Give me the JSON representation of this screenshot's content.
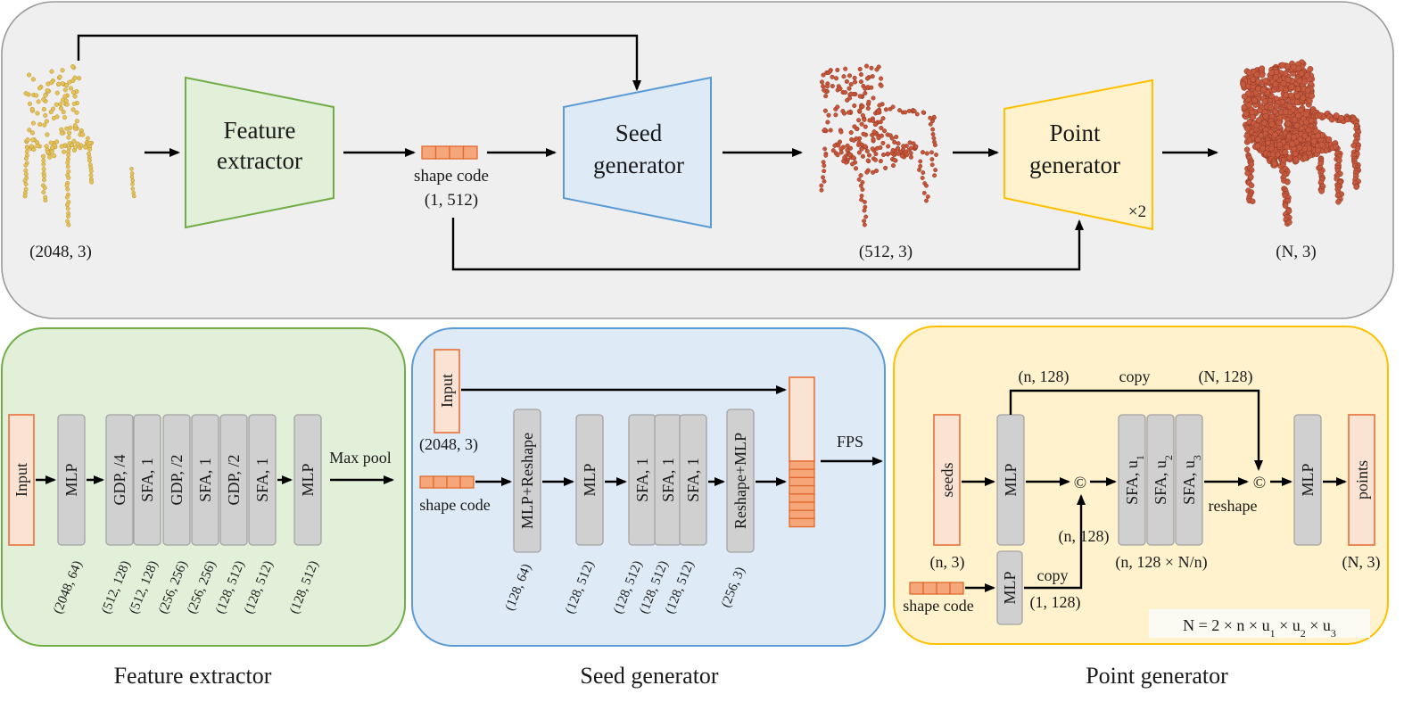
{
  "top": {
    "input_shape": "(2048, 3)",
    "feature_extractor": [
      "Feature",
      "extractor"
    ],
    "shape_code": "shape code",
    "shape_code_dim": "(1, 512)",
    "seed_generator": [
      "Seed",
      "generator"
    ],
    "seed_shape": "(512, 3)",
    "point_generator": [
      "Point",
      "generator"
    ],
    "repeat": "×2",
    "output_shape": "(N, 3)"
  },
  "feature_extractor_panel": {
    "caption": "Feature extractor",
    "input_label": "Input",
    "blocks": [
      "MLP",
      "GDP, /4",
      "SFA, 1",
      "GDP, /2",
      "SFA, 1",
      "GDP, /2",
      "SFA, 1",
      "MLP"
    ],
    "dims": [
      "(2048, 64)",
      "(512, 128)",
      "(512, 128)",
      "(256, 256)",
      "(256, 256)",
      "(128, 512)",
      "(128, 512)",
      "(128, 512)"
    ],
    "pool_label": "Max pool"
  },
  "seed_panel": {
    "caption": "Seed generator",
    "input_label": "Input",
    "input_shape": "(2048, 3)",
    "shape_code": "shape code",
    "blocks": [
      "MLP+Reshape",
      "MLP",
      "SFA, 1",
      "SFA, 1",
      "SFA, 1",
      "Reshape+MLP"
    ],
    "dims": [
      "(128, 64)",
      "(128, 512)",
      "(128, 512)",
      "(128, 512)",
      "(128, 512)",
      "(256, 3)"
    ],
    "fps_label": "FPS"
  },
  "point_panel": {
    "caption": "Point generator",
    "seeds_label": "seeds",
    "seeds_shape": "(n, 3)",
    "mlp": "MLP",
    "n128_top": "(n, 128)",
    "copy_top": "copy",
    "N128": "(N, 128)",
    "concat": "©",
    "sfa_labels": [
      "SFA, u",
      "SFA, u",
      "SFA, u"
    ],
    "sfa_subs": [
      "1",
      "2",
      "3"
    ],
    "reshape": "reshape",
    "sfa_dim": "(n, 128 × N/n)",
    "points_label": "points",
    "points_shape": "(N, 3)",
    "n128_mid": "(n, 128)",
    "copy_bottom": "copy",
    "one128": "(1, 128)",
    "shape_code": "shape code",
    "formula": "N = 2 × n × u1 × u2 × u3"
  },
  "colors": {
    "top_panel_bg": "#efefef",
    "feature_fill": "#e2efd9",
    "feature_stroke": "#70ad47",
    "seed_fill": "#deebf7",
    "seed_stroke": "#5b9bd5",
    "point_fill": "#fff2cc",
    "point_stroke": "#ffc000",
    "accent_orange": "#e8703a",
    "sparse_cloud": "#e6c25a",
    "seed_cloud": "#c8573a",
    "dense_cloud": "#c65a3e"
  }
}
